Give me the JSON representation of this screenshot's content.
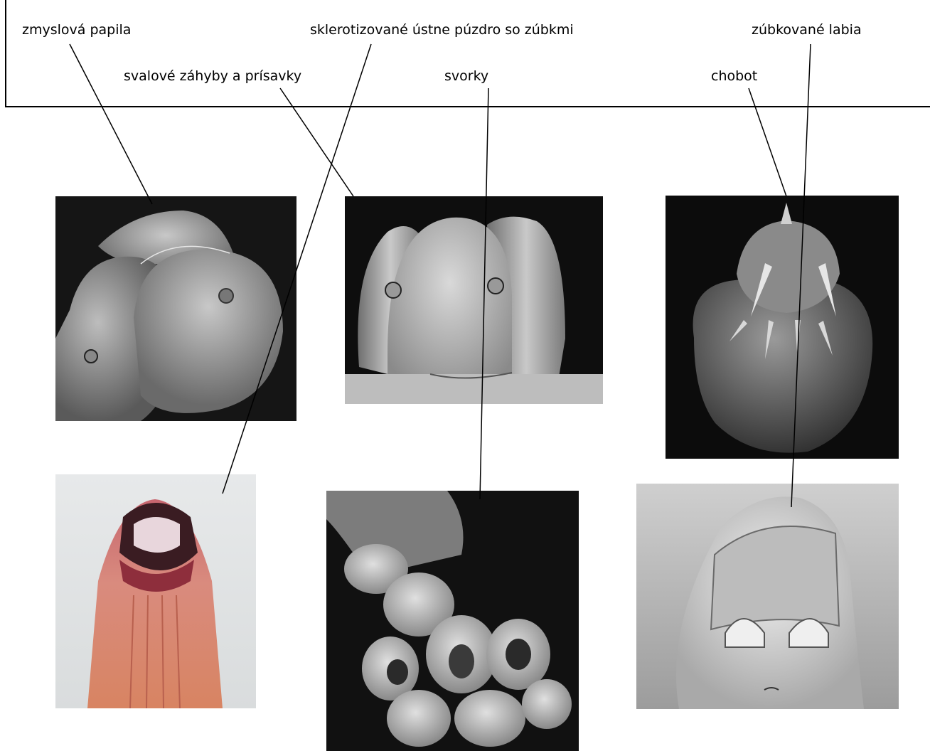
{
  "labels": {
    "sensory_papilla": "zmyslová papila",
    "sclerotized_buccal_capsule": "sklerotizované ústne púzdro so zúbkmi",
    "denticulate_labia": "zúbkované labia",
    "muscular_folds_suckers": "svalové záhyby a prísavky",
    "clamps": "svorky",
    "proboscis": "chobot"
  },
  "images": {
    "sensory_papilla": "sem-head-with-sensory-papilla",
    "buccal_capsule": "light-micrograph-buccal-capsule",
    "suckers": "sem-scolex-bothria-with-suckers",
    "clamps": "sem-clamps-attachment-organ",
    "proboscis": "sem-spiny-proboscis",
    "labia": "sem-head-denticulate-labia"
  }
}
